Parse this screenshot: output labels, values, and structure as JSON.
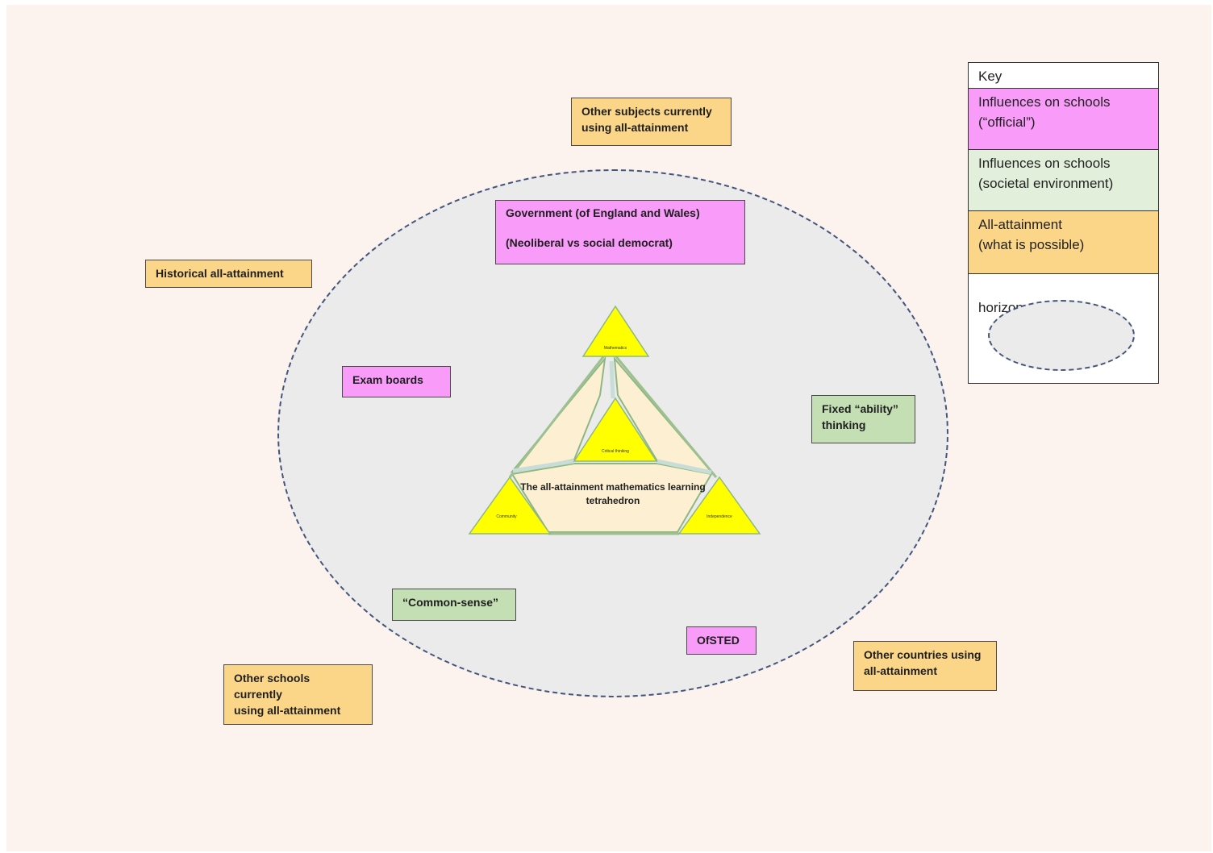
{
  "tetrahedron": {
    "title": "The all-attainment mathematics learning tetrahedron",
    "vertices": {
      "top": "Mathematics",
      "centre": "Critical thinking",
      "left": "Community",
      "right": "Independence"
    }
  },
  "influences": {
    "government": "Government (of England and Wales)\n\n(Neoliberal vs social democrat)",
    "exam_boards": "Exam boards",
    "ofsted": "OfSTED",
    "fixed_ability": "Fixed “ability”\nthinking",
    "common_sense": "“Common-sense”",
    "other_subjects": "Other subjects currently\nusing all-attainment",
    "historical": "Historical all-attainment",
    "other_schools": "Other schools\ncurrently\nusing all-attainment",
    "other_countries": "Other countries using\n all-attainment"
  },
  "key": {
    "title": "Key",
    "official": "Influences on schools\n(“official”)",
    "societal": "Influences on schools\n(societal environment)",
    "all_attainment": "All-attainment\n(what is possible)",
    "horizon": "horizon"
  },
  "colors": {
    "official": "#f99cf9",
    "societal": "#c4dfb4",
    "all_attainment": "#fbd688",
    "horizon_fill": "#ebebeb",
    "horizon_border": "#44547a",
    "vertex_yellow": "#ffff00",
    "face_fill": "#fdf0d2"
  }
}
